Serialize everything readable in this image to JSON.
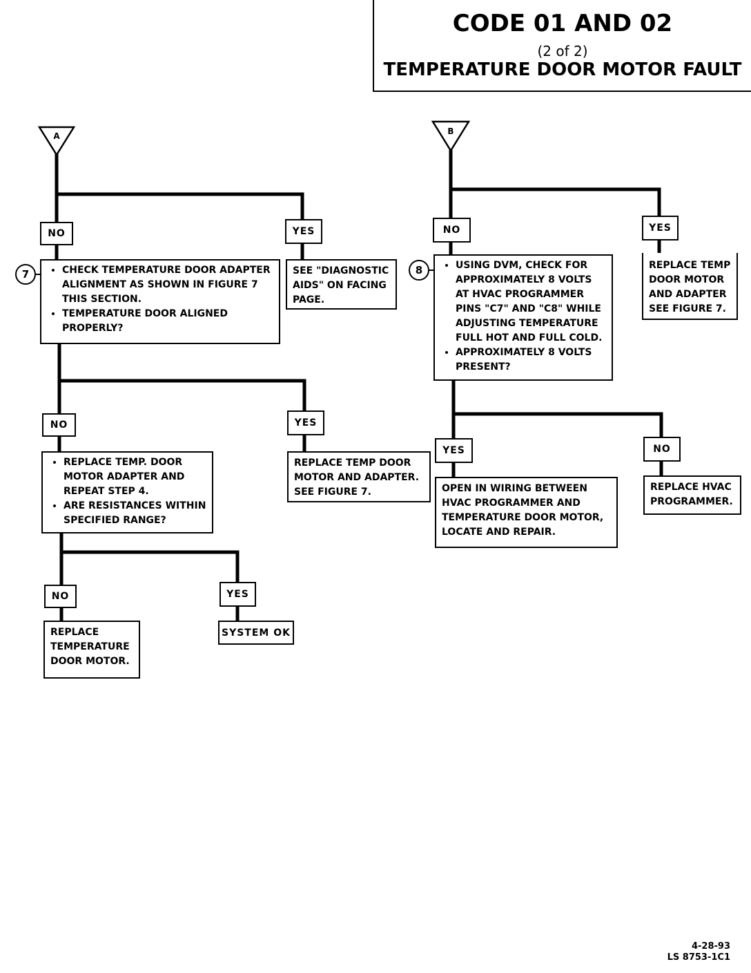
{
  "header": {
    "title": "CODE 01 AND 02",
    "subtitle": "(2 of 2)",
    "fault": "TEMPERATURE DOOR MOTOR FAULT"
  },
  "connectors": {
    "a": "A",
    "b": "B"
  },
  "steps": {
    "seven": "7",
    "eight": "8"
  },
  "labels": {
    "no": "NO",
    "yes": "YES"
  },
  "boxes": {
    "check_adapter": [
      "CHECK TEMPERATURE DOOR ADAPTER ALIGNMENT AS SHOWN IN FIGURE 7 THIS SECTION.",
      "TEMPERATURE DOOR ALIGNED PROPERLY?"
    ],
    "see_aids": "SEE \"DIAGNOSTIC AIDS\" ON FACING PAGE.",
    "replace_adapter_repeat": [
      "REPLACE TEMP. DOOR MOTOR ADAPTER AND REPEAT STEP 4.",
      "ARE RESISTANCES WITHIN SPECIFIED RANGE?"
    ],
    "replace_motor_adapter_a": "REPLACE TEMP DOOR MOTOR AND ADAPTER. SEE FIGURE 7.",
    "replace_motor": "REPLACE TEMPERATURE DOOR MOTOR.",
    "system_ok": "SYSTEM OK",
    "dvm_check": [
      "USING DVM, CHECK FOR APPROXIMATELY 8 VOLTS AT HVAC PROGRAMMER PINS \"C7\" AND \"C8\" WHILE ADJUSTING TEMPERATURE FULL HOT AND FULL COLD.",
      "APPROXIMATELY 8 VOLTS PRESENT?"
    ],
    "replace_motor_adapter_b": "REPLACE TEMP DOOR MOTOR AND ADAPTER SEE FIGURE 7.",
    "open_wiring": "OPEN IN WIRING BETWEEN HVAC PROGRAMMER AND TEMPERATURE DOOR MOTOR, LOCATE AND REPAIR.",
    "replace_programmer": "REPLACE HVAC PROGRAMMER."
  },
  "footer": {
    "date": "4-28-93",
    "code": "LS 8753-1C1"
  }
}
